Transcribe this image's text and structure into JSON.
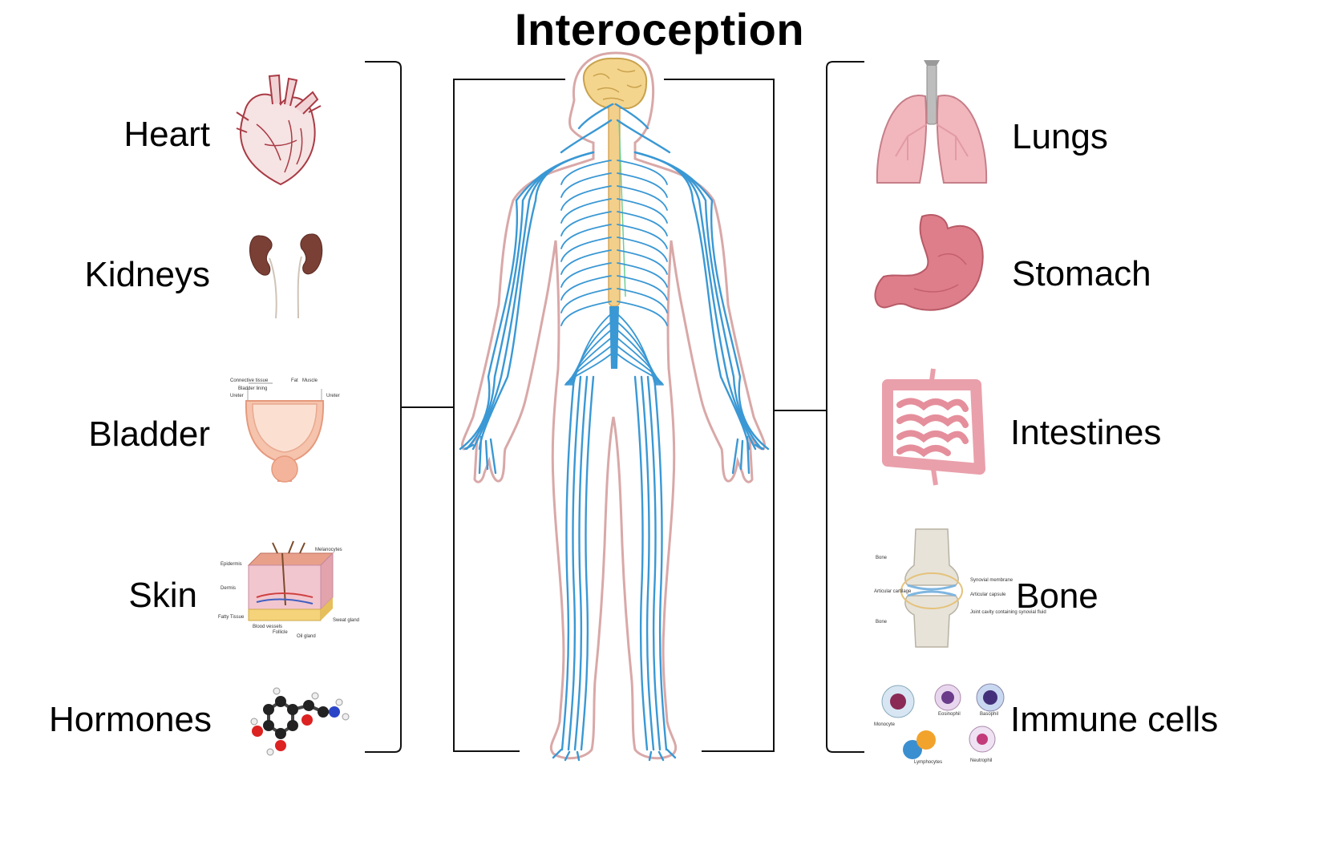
{
  "title": "Interoception",
  "left_items": [
    {
      "label": "Heart",
      "icon": "heart-icon"
    },
    {
      "label": "Kidneys",
      "icon": "kidneys-icon"
    },
    {
      "label": "Bladder",
      "icon": "bladder-icon"
    },
    {
      "label": "Skin",
      "icon": "skin-icon"
    },
    {
      "label": "Hormones",
      "icon": "hormone-molecule-icon"
    }
  ],
  "right_items": [
    {
      "label": "Lungs",
      "icon": "lungs-icon"
    },
    {
      "label": "Stomach",
      "icon": "stomach-icon"
    },
    {
      "label": "Intestines",
      "icon": "intestines-icon"
    },
    {
      "label": "Bone",
      "icon": "bone-joint-icon"
    },
    {
      "label": "Immune cells",
      "icon": "immune-cells-icon"
    }
  ],
  "bladder_labels": [
    "Connective tissue",
    "Fat",
    "Muscle",
    "Bladder lining",
    "Ureter",
    "Ureter"
  ],
  "skin_labels": [
    "Epidermis",
    "Dermis",
    "Fatty Tissue",
    "Melanocytes",
    "Blood vessels",
    "Follicle",
    "Oil gland",
    "Sweat gland"
  ],
  "bone_labels": [
    "Bone",
    "Articular cartilage",
    "Bone",
    "Synovial membrane",
    "Articular capsule",
    "Joint cavity containing synovial fluid"
  ],
  "cell_labels": [
    "Monocyte",
    "Eosinophil",
    "Basophil",
    "Lymphocytes",
    "Neutrophil"
  ],
  "colors": {
    "nerve": "#3a98d4",
    "spine": "#f2cf8a",
    "brain": "#f4d58d",
    "outline": "#d9a8a8"
  }
}
